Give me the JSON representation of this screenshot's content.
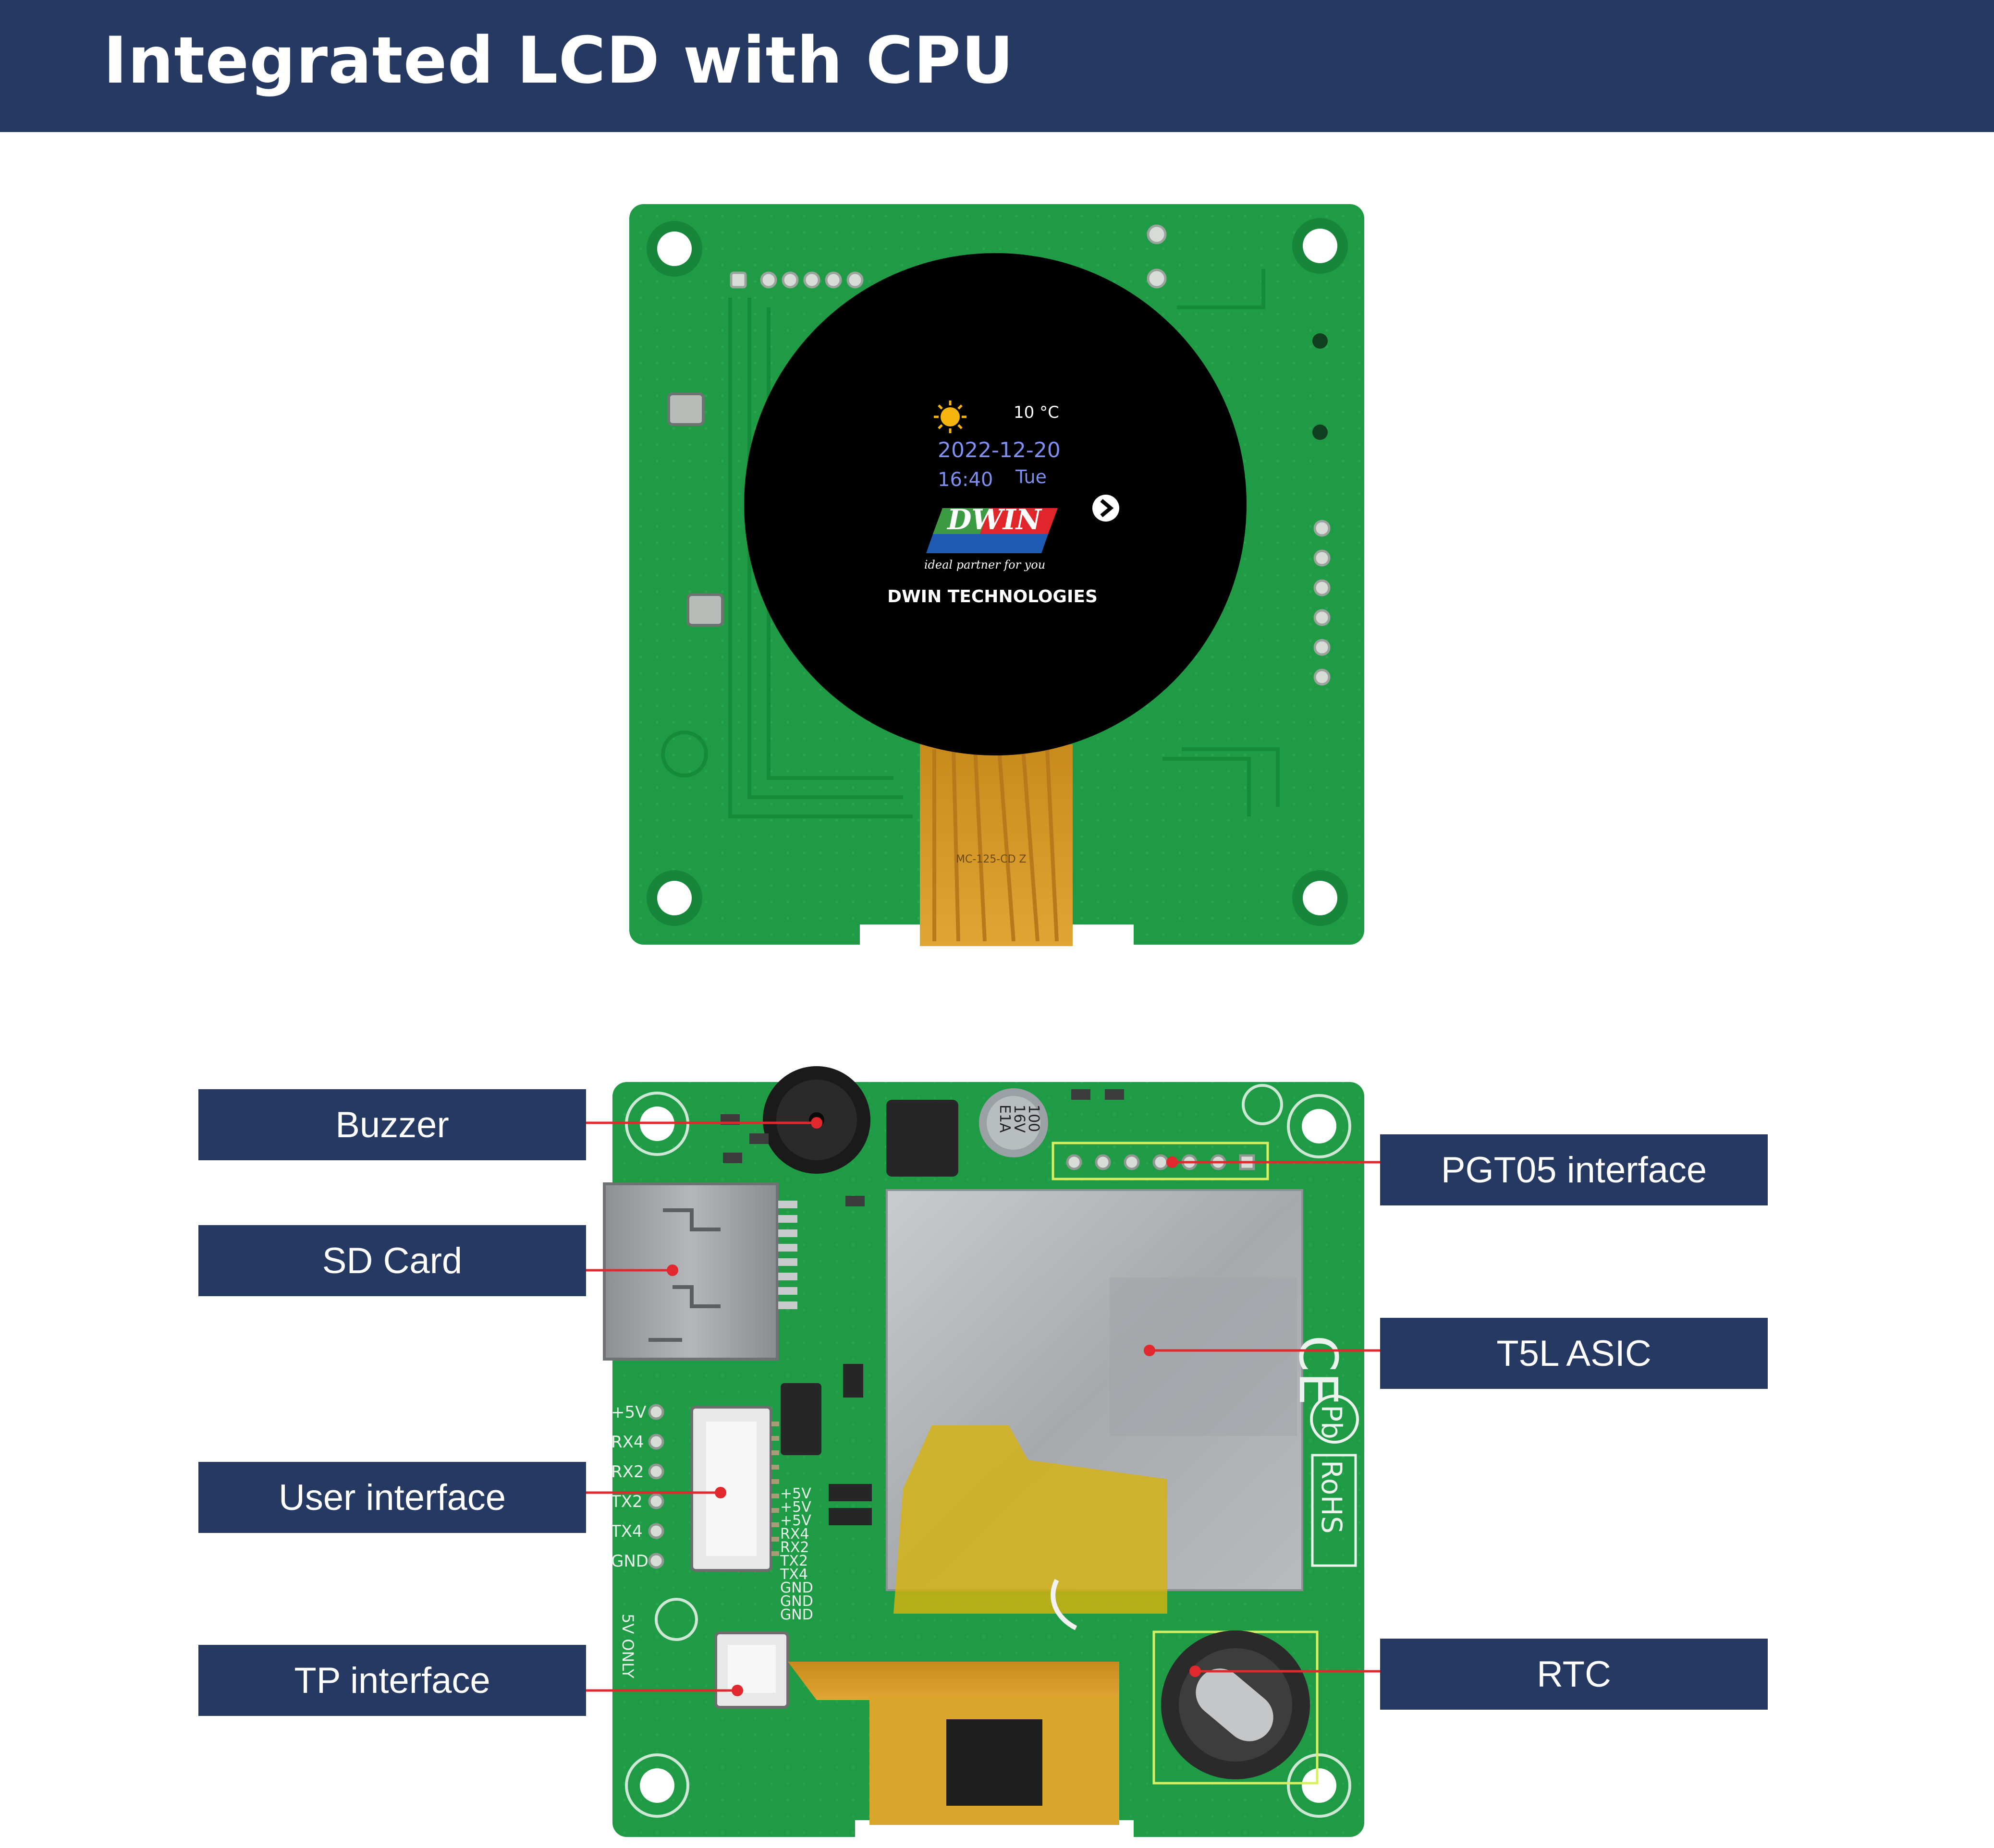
{
  "header": {
    "title": "Integrated LCD with CPU"
  },
  "screen": {
    "temperature": "10 °C",
    "date": "2022-12-20",
    "time": "16:40",
    "weekday": "Tue",
    "logo_text": "DWIN",
    "logo_tagline": "ideal partner for you",
    "company": "DWIN TECHNOLOGIES"
  },
  "fpc_marking": "MC-125-CD Z",
  "board_back": {
    "pin_labels_left": [
      "+5V",
      "RX4",
      "RX2",
      "TX2",
      "TX4",
      "GND"
    ],
    "pin_labels_center": [
      "+5V",
      "+5V",
      "+5V",
      "RX4",
      "RX2",
      "TX2",
      "TX4",
      "GND",
      "GND",
      "GND"
    ],
    "capacitor_marking": [
      "100",
      "16V",
      "E1A"
    ],
    "five_v_only": "5V ONLY",
    "marks": [
      "CE",
      "Pb",
      "RoHS"
    ]
  },
  "callouts": {
    "buzzer": "Buzzer",
    "sd_card": "SD Card",
    "user_interface": "User interface",
    "tp_interface": "TP interface",
    "pgt05_interface": "PGT05 interface",
    "t5l_asic": "T5L ASIC",
    "rtc": "RTC"
  },
  "colors": {
    "header": "#253962",
    "pcb": "#1f9a45",
    "callout_line": "#e0282e",
    "screen_text": "#7f8ff0"
  }
}
